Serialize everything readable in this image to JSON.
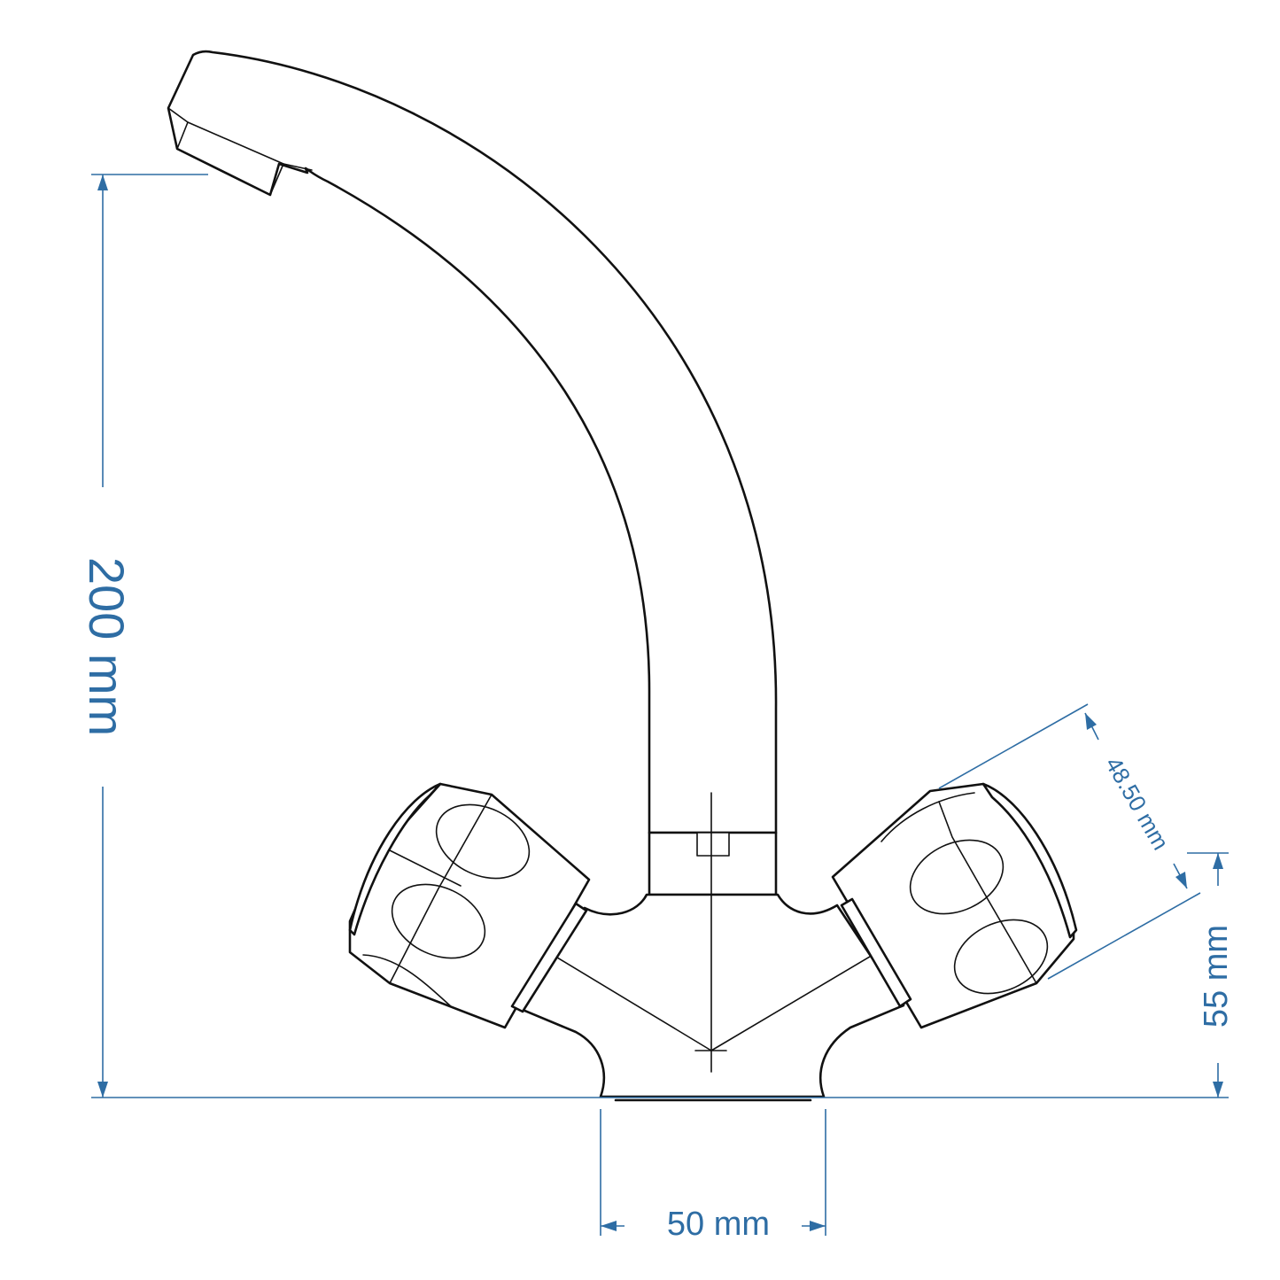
{
  "dimensions": {
    "height_total": "200 mm",
    "base_diameter": "50 mm",
    "handle_height": "55 mm",
    "handle_diameter": "48.50 mm"
  },
  "colors": {
    "dimension": "#2e6da4",
    "outline": "#111111",
    "background": "#ffffff"
  }
}
